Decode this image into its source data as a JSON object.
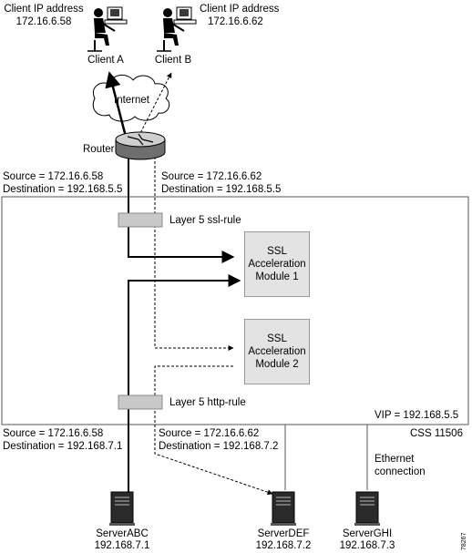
{
  "clients": [
    {
      "ip_label": "Client IP address",
      "ip": "172.16.6.58",
      "name": "Client A"
    },
    {
      "ip_label": "Client IP address",
      "ip": "172.16.6.62",
      "name": "Client B"
    }
  ],
  "cloud_label": "Internet",
  "router_label": "Router",
  "flows_top": [
    {
      "source": "Source = 172.16.6.58",
      "destination": "Destination = 192.168.5.5"
    },
    {
      "source": "Source = 172.16.6.62",
      "destination": "Destination = 192.168.5.5"
    }
  ],
  "rules": {
    "ssl": "Layer 5 ssl-rule",
    "http": "Layer 5 http-rule"
  },
  "modules": [
    {
      "line1": "SSL",
      "line2": "Acceleration",
      "line3": "Module 1"
    },
    {
      "line1": "SSL",
      "line2": "Acceleration",
      "line3": "Module 2"
    }
  ],
  "vip": "VIP = 192.168.5.5",
  "device": "CSS 11506",
  "flows_bottom": [
    {
      "source": "Source = 172.16.6.58",
      "destination": "Destination = 192.168.7.1"
    },
    {
      "source": "Source = 172.16.6.62",
      "destination": "Destination = 192.168.7.2"
    }
  ],
  "ethernet": {
    "line1": "Ethernet",
    "line2": "connection"
  },
  "servers": [
    {
      "name": "ServerABC",
      "ip": "192.168.7.1"
    },
    {
      "name": "ServerDEF",
      "ip": "192.168.7.2"
    },
    {
      "name": "ServerGHI",
      "ip": "192.168.7.3"
    }
  ],
  "figure_id": "78267"
}
